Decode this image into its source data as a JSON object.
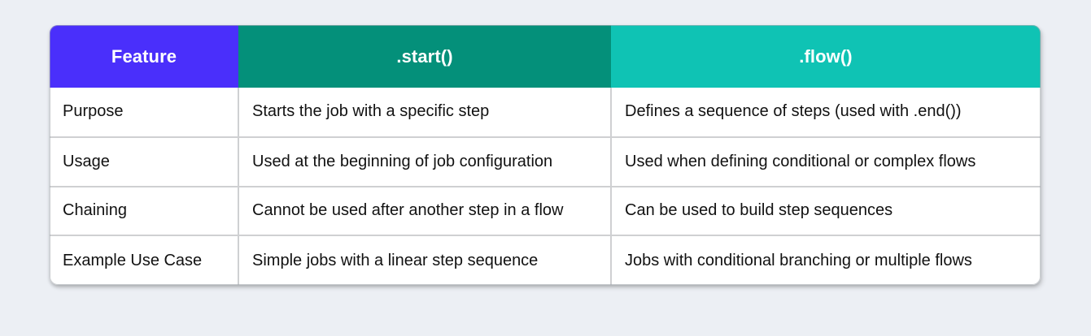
{
  "page": {
    "background_color": "#eceff4"
  },
  "table": {
    "name": "start-vs-flow-comparison-table",
    "header_colors": {
      "feature": "#4a2ffb",
      "start": "#04907a",
      "flow": "#0fc3b4"
    },
    "border_color": "#cfd0d2",
    "columns": [
      {
        "label": "Feature"
      },
      {
        "label": ".start()"
      },
      {
        "label": ".flow()"
      }
    ],
    "rows": [
      {
        "feature": "Purpose",
        "start": "Starts the job with a specific step",
        "flow": "Defines a sequence of steps (used with .end())"
      },
      {
        "feature": "Usage",
        "start": "Used at the beginning of job configuration",
        "flow": "Used when defining conditional or complex flows"
      },
      {
        "feature": "Chaining",
        "start": "Cannot be used after another step in a flow",
        "flow": "Can be used to build step sequences"
      },
      {
        "feature": "Example Use Case",
        "start": "Simple jobs with a linear step sequence",
        "flow": "Jobs with conditional branching or multiple flows"
      }
    ]
  }
}
